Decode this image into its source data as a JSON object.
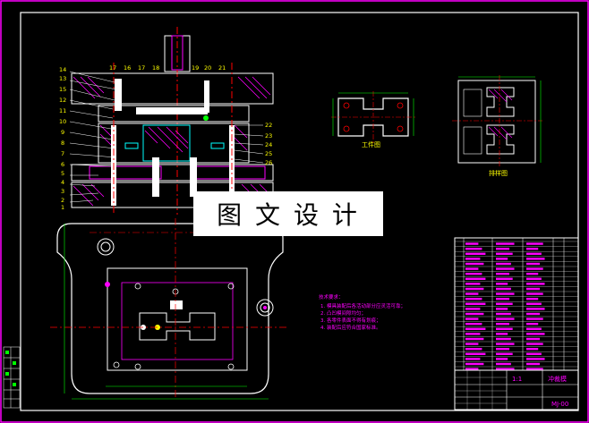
{
  "colors": {
    "background": "#000000",
    "frame": "#ffffff",
    "border": "#ff00ff",
    "outline": "#ffffff",
    "hatch": "#ff00ff",
    "center_line": "#ff0000",
    "dimension": "#00ff00",
    "part_fill": "#ffffff",
    "cavity": "#00ffff",
    "title_text": "#ff00ff",
    "table_line": "#ffffff",
    "text_yellow": "#ffff00",
    "watermark_bg": "#ffffff",
    "watermark_text": "#000000"
  },
  "watermark": "图 文 设 计",
  "part_callouts_left": [
    "14",
    "13",
    "15",
    "12",
    "11",
    "10",
    "9",
    "8",
    "7",
    "6",
    "5",
    "4",
    "3",
    "2",
    "1"
  ],
  "part_callouts_top": [
    "17",
    "16",
    "17",
    "18",
    "19",
    "20",
    "21"
  ],
  "part_callouts_right": [
    "22",
    "23",
    "24",
    "25",
    "26"
  ],
  "product_drawing_label": "工件图",
  "layout_drawing_label": "排样图",
  "technical_requirements": {
    "title": "技术要求：",
    "items": [
      "1. 模具装配后各活动部分应灵活可靠；",
      "2. 凸凹模间隙均匀；",
      "3. 各零件表面不得有划痕；",
      "4. 装配后应符合国家标准。"
    ]
  },
  "title_block": {
    "scale": "1:1",
    "drawing_no": "MJ-00",
    "name": "冲裁模"
  }
}
